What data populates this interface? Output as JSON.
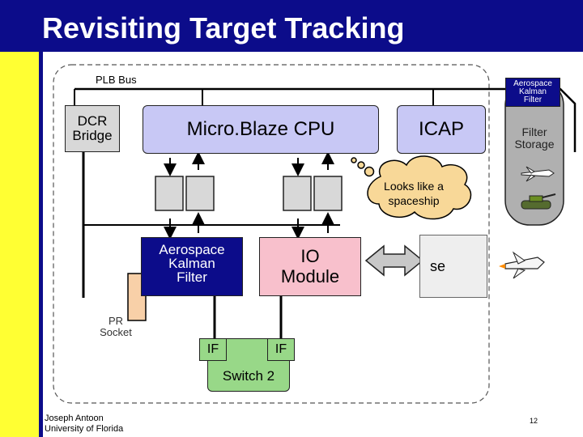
{
  "title": "Revisiting Target Tracking",
  "bus_label": "PLB Bus",
  "dcr_bridge": [
    "DCR",
    "Bridge"
  ],
  "cpu_label": "Micro.Blaze CPU",
  "icap_label": "ICAP",
  "filter_storage": {
    "top_item": [
      "Aerospace",
      "Kalman",
      "Filter"
    ],
    "label": [
      "Filter",
      "Storage"
    ]
  },
  "thought_bubble": [
    "Looks like a",
    "spaceship"
  ],
  "kalman_module": [
    "Aerospace",
    "Kalman",
    "Filter"
  ],
  "io_module": [
    "IO",
    "Module"
  ],
  "pr_socket": [
    "PR",
    "Socket"
  ],
  "if_labels": [
    "IF",
    "IF"
  ],
  "switch_label": "Switch 2",
  "partial_text": "se",
  "footer": {
    "author": "Joseph Antoon",
    "affiliation": "University of Florida",
    "page_number": "12"
  },
  "colors": {
    "title_bar": "#0c0c8a",
    "side_bar": "#ffff33",
    "cpu_fill": "#c8c8f5",
    "kalman_fill": "#0c0c8a",
    "io_fill": "#f8c0cc",
    "thought_fill": "#f8d898",
    "pr_socket_fill": "#f8d0a8",
    "switch_fill": "#98d888",
    "storage_fill": "#b0b0b0"
  }
}
